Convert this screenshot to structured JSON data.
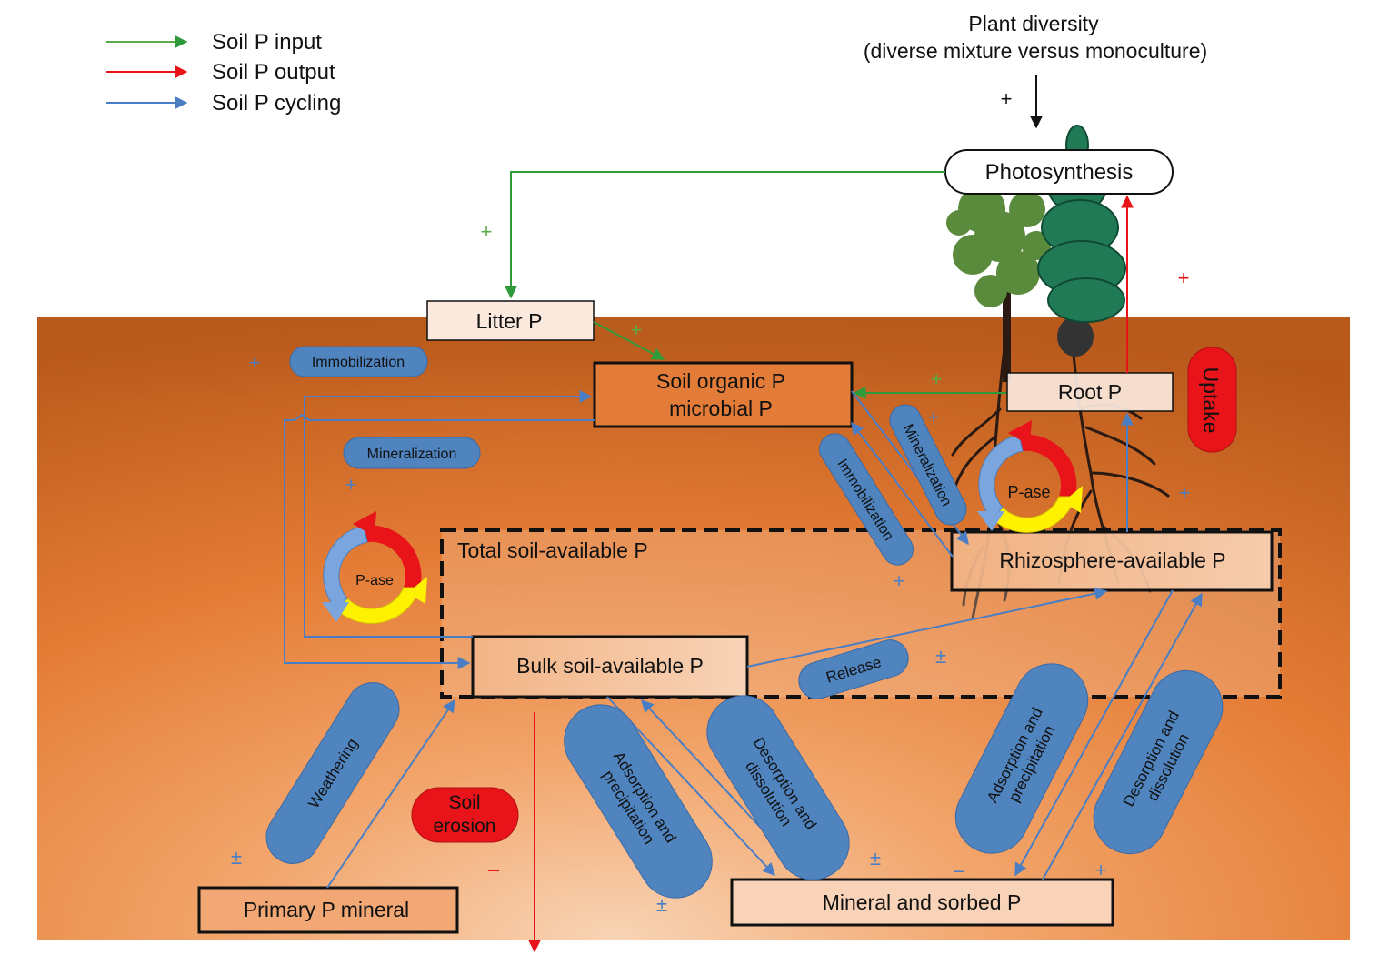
{
  "legend": {
    "input": "Soil P input",
    "output": "Soil P output",
    "cycling": "Soil P cycling"
  },
  "header": {
    "line1": "Plant diversity",
    "line2": "(diverse mixture versus monoculture)"
  },
  "nodes": {
    "photosynthesis": "Photosynthesis",
    "litter": "Litter P",
    "organic_line1": "Soil organic P",
    "organic_line2": "microbial P",
    "root": "Root P",
    "uptake": "Uptake",
    "total_available": "Total soil-available P",
    "rhizosphere": "Rhizosphere-available P",
    "bulk": "Bulk soil-available P",
    "primary": "Primary P mineral",
    "mineral": "Mineral and sorbed P",
    "erosion_line1": "Soil",
    "erosion_line2": "erosion",
    "pase_left": "P-ase",
    "pase_right": "P-ase"
  },
  "processes": {
    "immobilization_left": "Immobilization",
    "mineralization_left": "Mineralization",
    "immobilization_right": "Immobilization",
    "mineralization_right": "Mineralization",
    "release": "Release",
    "weathering": "Weathering",
    "adsorption_l1": "Adsorption and",
    "adsorption_l2": "precipitation",
    "desorption_l1": "Desorption and",
    "desorption_l2": "dissolution",
    "adsorption_r1": "Adsorption and",
    "adsorption_r2": "precipitation",
    "desorption_r1": "Desorption and",
    "desorption_r2": "dissolution"
  },
  "signs": {
    "plus": "+",
    "minus": "–",
    "plusminus": "±"
  },
  "colors": {
    "input": "#5aab46",
    "output": "#e8141a",
    "cycling": "#4a7ec4",
    "soil": "#e07a30",
    "pill": "#4f84bf",
    "red_pill": "#e8141a"
  }
}
